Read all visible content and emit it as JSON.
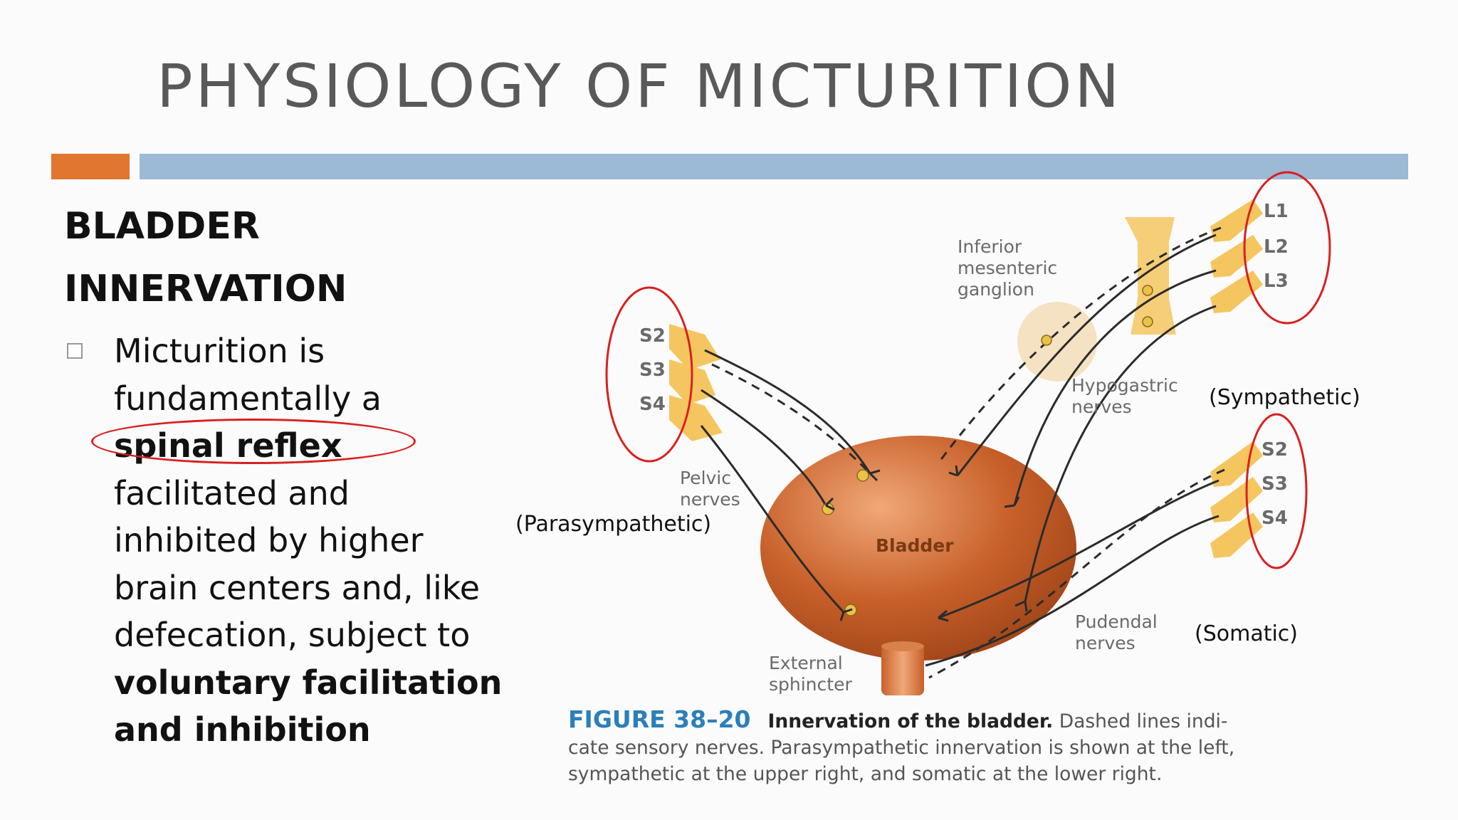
{
  "title": "PHYSIOLOGY OF MICTURITION",
  "left": {
    "heading_line1": "BLADDER",
    "heading_line2": "INNERVATION",
    "bullet_parts": [
      "Micturition is",
      "fundamentally a",
      "spinal reflex",
      "facilitated and",
      "inhibited by higher",
      "brain centers and, like",
      "defecation, subject to",
      "voluntary facilitation",
      "and inhibition"
    ]
  },
  "diagram": {
    "labels": {
      "s2_left": "S2",
      "s3_left": "S3",
      "s4_left": "S4",
      "l1": "L1",
      "l2": "L2",
      "l3": "L3",
      "s2_right": "S2",
      "s3_right": "S3",
      "s4_right": "S4",
      "inferior_1": "Inferior",
      "inferior_2": "mesenteric",
      "inferior_3": "ganglion",
      "hypogastric_1": "Hypogastric",
      "hypogastric_2": "nerves",
      "sympathetic": "(Sympathetic)",
      "pelvic_1": "Pelvic",
      "pelvic_2": "nerves",
      "parasympathetic": "(Parasympathetic)",
      "bladder": "Bladder",
      "pudendal_1": "Pudendal",
      "pudendal_2": "nerves",
      "somatic": "(Somatic)",
      "external_1": "External",
      "external_2": "sphincter"
    },
    "colors": {
      "bladder": "#c8602a",
      "bladder_highlight": "#f0a878",
      "spinal_segment": "#f5c660",
      "nerve": "#2b2b2b",
      "annotation": "#d92020"
    }
  },
  "caption": {
    "figure_number": "FIGURE 38–20",
    "figure_title": "Innervation of the bladder.",
    "line1_rest": "Dashed lines indi-",
    "line2": "cate sensory nerves. Parasympathetic innervation is shown at the left,",
    "line3": "sympathetic at the upper right, and somatic at the lower right."
  }
}
